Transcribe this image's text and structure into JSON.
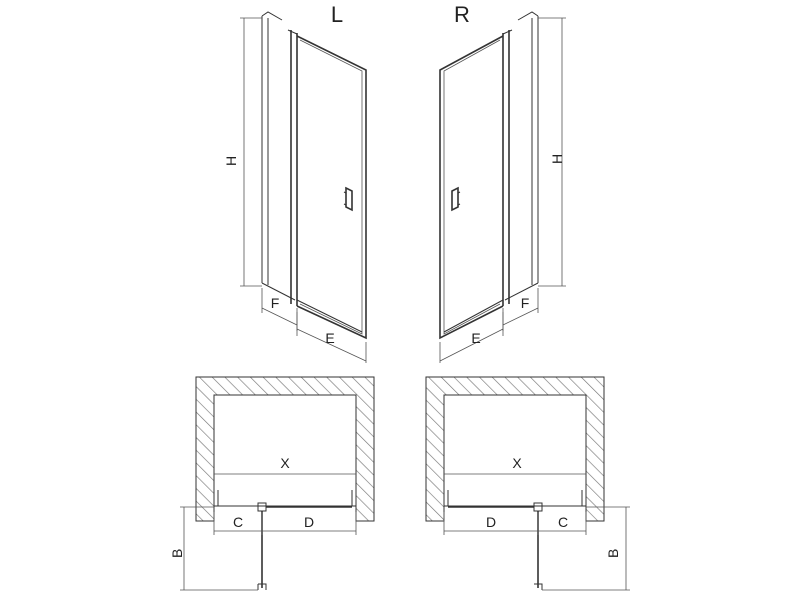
{
  "labels": {
    "left_side": "L",
    "right_side": "R",
    "height": "H",
    "fixed_panel_width": "F",
    "door_width": "E",
    "overall_width": "X",
    "side_c": "C",
    "side_d": "D",
    "depth": "B"
  },
  "colors": {
    "line": "#333333",
    "hatch": "#777777",
    "background": "#ffffff"
  }
}
